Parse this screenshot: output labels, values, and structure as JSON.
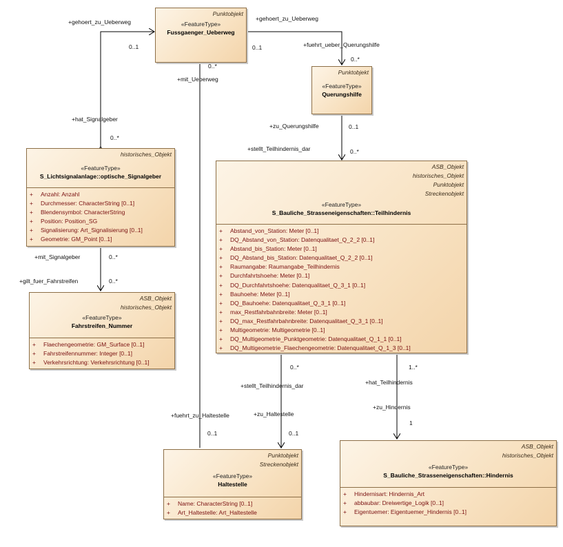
{
  "classes": {
    "fussgaenger": {
      "stereotypes": [
        "Punktobjekt"
      ],
      "featuretype": "«FeatureType»",
      "name": "Fussgaenger_Ueberweg",
      "attributes": []
    },
    "querungshilfe": {
      "stereotypes": [
        "Punktobjekt"
      ],
      "featuretype": "«FeatureType»",
      "name": "Querungshilfe",
      "attributes": []
    },
    "lichtsignal": {
      "stereotypes": [
        "historisches_Objekt"
      ],
      "featuretype": "«FeatureType»",
      "name": "S_Lichtsignalanlage::optische_Signalgeber",
      "attributes": [
        {
          "v": "+",
          "t": "Anzahl: Anzahl"
        },
        {
          "v": "+",
          "t": "Durchmesser: CharacterString [0..1]"
        },
        {
          "v": "+",
          "t": "Blendensymbol: CharacterString"
        },
        {
          "v": "+",
          "t": "Position: Position_SG"
        },
        {
          "v": "+",
          "t": "Signalisierung: Art_Signalisierung [0..1]"
        },
        {
          "v": "+",
          "t": "Geometrie: GM_Point [0..1]"
        }
      ]
    },
    "fahrstreifen": {
      "stereotypes": [
        "ASB_Objekt",
        "historisches_Objekt"
      ],
      "featuretype": "«FeatureType»",
      "name": "Fahrstreifen_Nummer",
      "attributes": [
        {
          "v": "+",
          "t": "Flaechengeometrie: GM_Surface [0..1]"
        },
        {
          "v": "+",
          "t": "Fahrstreifennummer: Integer [0..1]"
        },
        {
          "v": "+",
          "t": "Verkehrsrichtung: Verkehrsrichtung [0..1]"
        }
      ]
    },
    "teilhindernis": {
      "stereotypes": [
        "ASB_Objekt",
        "historisches_Objekt",
        "Punktobjekt",
        "Streckenobjekt"
      ],
      "featuretype": "«FeatureType»",
      "name": "S_Bauliche_Strasseneigenschaften::Teilhindernis",
      "attributes": [
        {
          "v": "+",
          "t": "Abstand_von_Station: Meter [0..1]"
        },
        {
          "v": "+",
          "t": "DQ_Abstand_von_Station: Datenqualitaet_Q_2_2 [0..1]"
        },
        {
          "v": "+",
          "t": "Abstand_bis_Station: Meter [0..1]"
        },
        {
          "v": "+",
          "t": "DQ_Abstand_bis_Station: Datenqualitaet_Q_2_2 [0..1]"
        },
        {
          "v": "+",
          "t": "Raumangabe: Raumangabe_Teilhindernis"
        },
        {
          "v": "+",
          "t": "Durchfahrtshoehe: Meter [0..1]"
        },
        {
          "v": "+",
          "t": "DQ_Durchfahrtshoehe: Datenqualitaet_Q_3_1 [0..1]"
        },
        {
          "v": "+",
          "t": "Bauhoehe: Meter [0..1]"
        },
        {
          "v": "+",
          "t": "DQ_Bauhoehe: Datenqualitaet_Q_3_1 [0..1]"
        },
        {
          "v": "+",
          "t": "max_Restfahrbahnbreite: Meter [0..1]"
        },
        {
          "v": "+",
          "t": "DQ_max_Restfahrbahnbreite: Datenqualitaet_Q_3_1 [0..1]"
        },
        {
          "v": "+",
          "t": "Multigeometrie: Multigeometrie [0..1]"
        },
        {
          "v": "+",
          "t": "DQ_Multigeometrie_Punktgeometrie: Datenqualitaet_Q_1_1 [0..1]"
        },
        {
          "v": "+",
          "t": "DQ_Multigeometrie_Flaechengeometrie: Datenqualitaet_Q_1_3 [0..1]"
        }
      ]
    },
    "haltestelle": {
      "stereotypes": [
        "Punktobjekt",
        "Streckenobjekt"
      ],
      "featuretype": "«FeatureType»",
      "name": "Haltestelle",
      "attributes": [
        {
          "v": "+",
          "t": "Name: CharacterString [0..1]"
        },
        {
          "v": "+",
          "t": "Art_Haltestelle: Art_Haltestelle"
        }
      ]
    },
    "hindernis": {
      "stereotypes": [
        "ASB_Objekt",
        "historisches_Objekt"
      ],
      "featuretype": "«FeatureType»",
      "name": "S_Bauliche_Strasseneigenschaften::Hindernis",
      "attributes": [
        {
          "v": "+",
          "t": "Hindernisart: Hindernis_Art"
        },
        {
          "v": "+",
          "t": "abbaubar: Dreiwertige_Logik [0..1]"
        },
        {
          "v": "+",
          "t": "Eigentuemer: Eigentuemer_Hindernis [0..1]"
        }
      ]
    }
  },
  "labels": {
    "gehoert_left": "+gehoert_zu_Ueberweg",
    "mult_left_top": "0..1",
    "gehoert_right": "+gehoert_zu_Ueberweg",
    "mult_right_top": "0..1",
    "fuehrt_ueber": "+fuehrt_ueber_Querungshilfe",
    "mult_quer_top": "0..*",
    "mult_mit_ueberweg": "0..*",
    "mit_ueberweg": "+mit_Ueberweg",
    "hat_signalgeber": "+hat_Signalgeber",
    "mult_signal_top": "0..*",
    "zu_querungshilfe": "+zu_Querungshilfe",
    "mult_quer_bottom": "0..1",
    "stellt_top": "+stellt_Teilhindernis_dar",
    "mult_teil_top": "0..*",
    "mit_signalgeber": "+mit_Signalgeber",
    "mult_signal_bottom": "0..*",
    "gilt_fuer": "+gilt_fuer_Fahrstreifen",
    "mult_fahr": "0..*",
    "mult_teil_bottom": "0..*",
    "stellt_bottom": "+stellt_Teilhindernis_dar",
    "mult_hat_teil": "1..*",
    "hat_teilhindernis": "+hat_Teilhindernis",
    "fuehrt_zu_halt": "+fuehrt_zu_Haltestelle",
    "zu_haltestelle": "+zu_Haltestelle",
    "mult_halt_left": "0..1",
    "mult_halt_right": "0..1",
    "zu_hindernis": "+zu_Hindernis",
    "mult_hindernis": "1"
  }
}
